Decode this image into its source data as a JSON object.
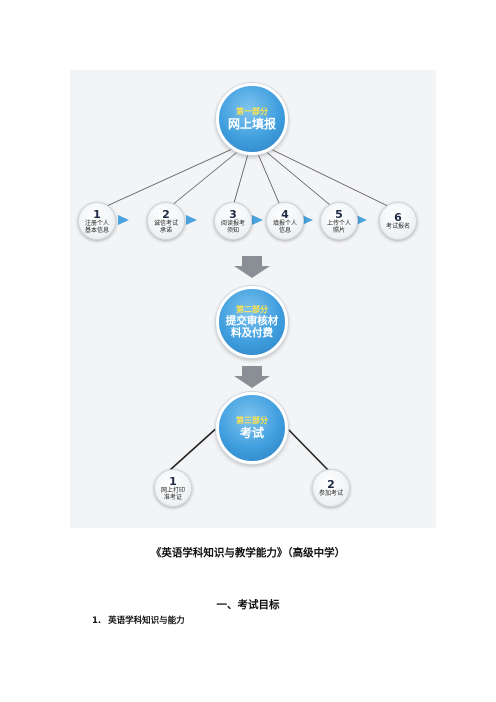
{
  "flowchart": {
    "phase1": {
      "label": "第一部分",
      "title": "网上填报"
    },
    "phase1_steps": [
      {
        "number": "1",
        "label_line1": "注册个人",
        "label_line2": "基本信息"
      },
      {
        "number": "2",
        "label_line1": "诚信考试",
        "label_line2": "承诺"
      },
      {
        "number": "3",
        "label_line1": "阅读报考",
        "label_line2": "须知"
      },
      {
        "number": "4",
        "label_line1": "填报个人",
        "label_line2": "信息"
      },
      {
        "number": "5",
        "label_line1": "上传个人",
        "label_line2": "照片"
      },
      {
        "number": "6",
        "label_line1": "考试报名",
        "label_line2": ""
      }
    ],
    "phase2": {
      "label": "第二部分",
      "title_line1": "提交审核材",
      "title_line2": "料及付费"
    },
    "phase3": {
      "label": "第三部分",
      "title": "考试"
    },
    "phase3_steps": [
      {
        "number": "1",
        "label_line1": "网上打印",
        "label_line2": "准考证"
      },
      {
        "number": "2",
        "label_line1": "参加考试",
        "label_line2": ""
      }
    ],
    "colors": {
      "panel": "#f3f4f6",
      "circle_blue": "#3f9ede",
      "phase_label": "#ffe34d",
      "arrow_blue": "#4aa3df",
      "arrow_gray": "#8a8f95"
    }
  },
  "document": {
    "title": "《英语学科知识与教学能力》（高级中学）",
    "section_heading": "一、考试目标",
    "subsection_number": "1.",
    "subsection_title": "英语学科知识与能力"
  }
}
